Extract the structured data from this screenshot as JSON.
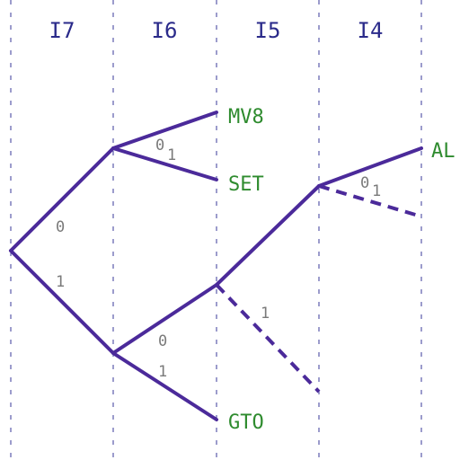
{
  "columns": [
    {
      "label": "I7"
    },
    {
      "label": "I6"
    },
    {
      "label": "I5"
    },
    {
      "label": "I4"
    }
  ],
  "leaves": {
    "mv8": "MV8",
    "set": "SET",
    "al": "AL",
    "gto": "GTO"
  },
  "edge_labels": {
    "e0": "0",
    "e1": "1"
  },
  "colors": {
    "branch": "#4b2a9a",
    "leaf_text": "#2e8b2e",
    "header_text": "#2a2a8a",
    "edge_label": "#7a7a7a"
  }
}
